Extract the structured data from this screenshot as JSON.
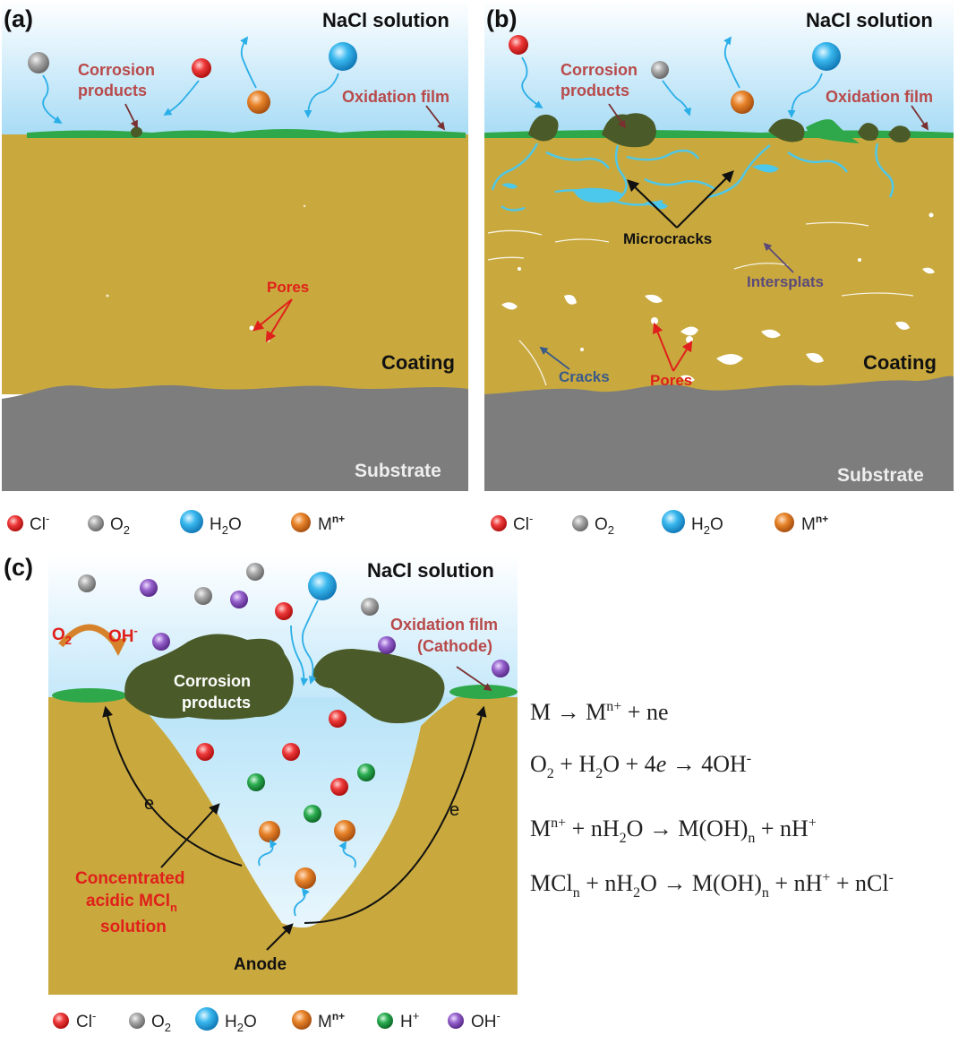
{
  "panels": {
    "a": {
      "label": "(a)",
      "solution": "NaCl solution",
      "corrosion_products": [
        "Corrosion",
        "products"
      ],
      "oxidation_film": "Oxidation film",
      "pores": "Pores",
      "coating": "Coating",
      "substrate": "Substrate"
    },
    "b": {
      "label": "(b)",
      "solution": "NaCl solution",
      "corrosion_products": [
        "Corrosion",
        "products"
      ],
      "oxidation_film": "Oxidation film",
      "microcracks": "Microcracks",
      "intersplats": "Intersplats",
      "cracks": "Cracks",
      "pores": "Pores",
      "coating": "Coating",
      "substrate": "Substrate"
    },
    "c": {
      "label": "(c)",
      "solution": "NaCl solution",
      "o2": "O",
      "o2_sub": "2",
      "oh": "OH",
      "oh_sup": "-",
      "oxidation_film": [
        "Oxidation film",
        "(Cathode)"
      ],
      "corrosion_products": [
        "Corrosion",
        "products"
      ],
      "electron": "e",
      "concentrated": [
        "Concentrated",
        "acidic MCl",
        "n",
        "solution"
      ],
      "anode": "Anode"
    }
  },
  "legend_ab": [
    {
      "symbol": "Cl",
      "sup": "-",
      "sub": "",
      "color": "#e8262c"
    },
    {
      "symbol": "O",
      "sup": "",
      "sub": "2",
      "color": "#9a9a9a"
    },
    {
      "symbol": "H",
      "sup": "",
      "sub": "2",
      "tail": "O",
      "color": "#2aaee8"
    },
    {
      "symbol": "M",
      "sup": "n+",
      "sub": "",
      "color": "#e07a22"
    }
  ],
  "legend_c": [
    {
      "symbol": "Cl",
      "sup": "-",
      "sub": "",
      "color": "#e8262c"
    },
    {
      "symbol": "O",
      "sup": "",
      "sub": "2",
      "color": "#9a9a9a"
    },
    {
      "symbol": "H",
      "sup": "",
      "sub": "2",
      "tail": "O",
      "color": "#2aaee8"
    },
    {
      "symbol": "M",
      "sup": "n+",
      "sub": "",
      "color": "#e07a22"
    },
    {
      "symbol": "H",
      "sup": "+",
      "sub": "",
      "color": "#22a04a"
    },
    {
      "symbol": "OH",
      "sup": "-",
      "sub": "",
      "color": "#8a55c0"
    }
  ],
  "equations": [
    "M → M^{n+} + ne",
    "O_{2} + H_{2}O + 4e → 4OH^{-}",
    "M^{n+} + nH_{2}O → M(OH)_{n} + nH^{+}",
    "MCl_{n} + nH_{2}O → M(OH)_{n} + nH^{+} + nCl^{-}"
  ],
  "colors": {
    "coating": "#c9a93e",
    "substrate": "#7d7d7d",
    "film": "#2ea84a",
    "corrosion": "#4a5a28",
    "solution_top": "#a8dcf6",
    "solution_bottom": "#ffffff",
    "crack": "#4cc8ec",
    "pore": "#ffffff"
  }
}
